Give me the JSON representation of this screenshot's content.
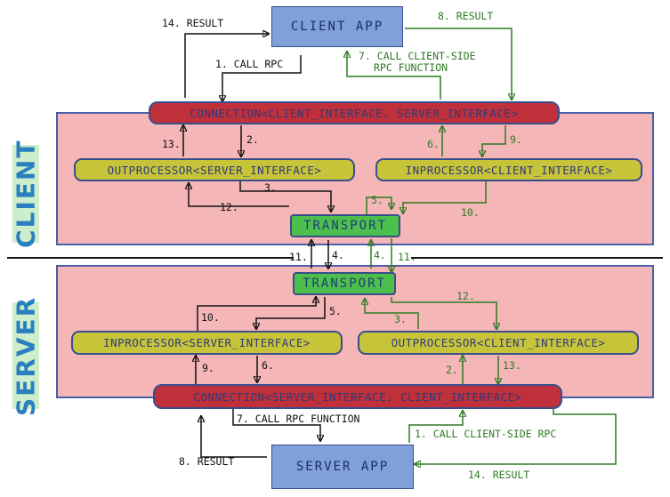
{
  "boxes": {
    "client_app": "CLIENT APP",
    "server_app": "SERVER APP",
    "client_connection": "CONNECTION<CLIENT_INTERFACE, SERVER_INTERFACE>",
    "server_connection": "CONNECTION<SERVER_INTERFACE, CLIENT_INTERFACE>",
    "client_outprocessor": "OUTPROCESSOR<SERVER_INTERFACE>",
    "client_inprocessor": "INPROCESSOR<CLIENT_INTERFACE>",
    "server_inprocessor": "INPROCESSOR<SERVER_INTERFACE>",
    "server_outprocessor": "OUTPROCESSOR<CLIENT_INTERFACE>",
    "client_transport": "TRANSPORT",
    "server_transport": "TRANSPORT"
  },
  "zones": {
    "client": "CLIENT",
    "server": "SERVER"
  },
  "labels": {
    "c14": "14. RESULT",
    "c1": "1. CALL RPC",
    "c8": "8. RESULT",
    "c7a": "7. CALL CLIENT-SIDE",
    "c7b": "RPC FUNCTION",
    "c13": "13.",
    "c2": "2.",
    "c6": "6.",
    "c9": "9.",
    "c3": "3.",
    "c12": "12.",
    "c5": "5.",
    "c10": "10.",
    "m11a": "11.",
    "m4a": "4.",
    "m4b": "4.",
    "m11b": "11.",
    "s10": "10.",
    "s5": "5.",
    "s12": "12.",
    "s3": "3.",
    "s9": "9.",
    "s6": "6.",
    "s2": "2.",
    "s13": "13.",
    "s7": "7. CALL RPC FUNCTION",
    "s1": "1. CALL CLIENT-SIDE RPC",
    "s8": "8. RESULT",
    "s14": "14. RESULT"
  },
  "colors": {
    "client_server_zone": "#f4b6b6",
    "connection": "#c0303a",
    "processor": "#c8c43a",
    "transport": "#4cbf4c",
    "app": "#7fa0d8",
    "black_flow": "#111111",
    "green_flow": "#2f7a24",
    "zone_label_bg": "#cdeecb",
    "zone_label_text": "#2a7fc0"
  }
}
